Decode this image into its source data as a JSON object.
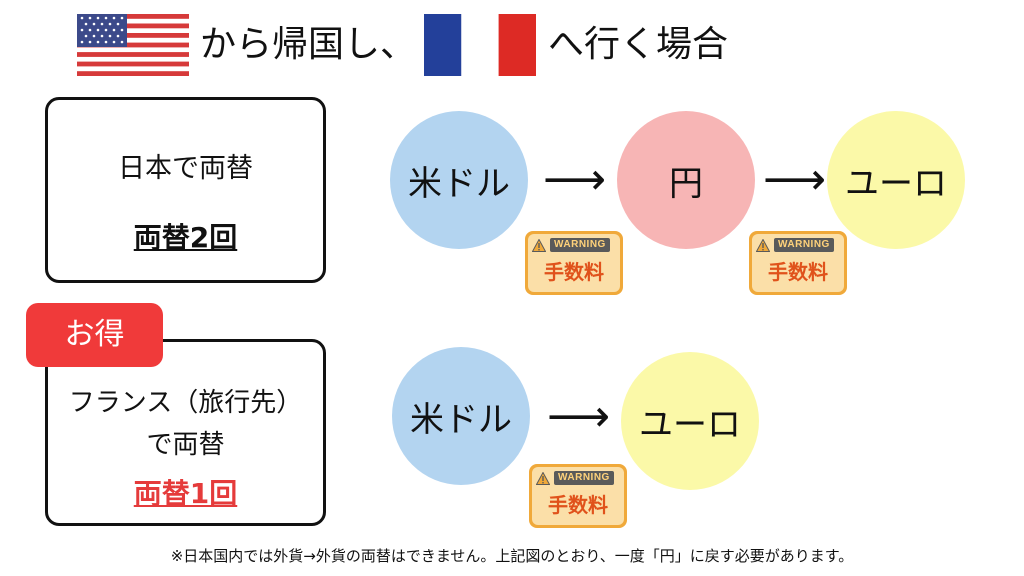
{
  "title": {
    "flag_from": "us-flag",
    "text_mid": "から帰国し、",
    "flag_to": "france-flag",
    "text_end": "へ行く場合"
  },
  "option_japan": {
    "label": "日本で両替",
    "count": "両替2回",
    "flow": [
      "米ドル",
      "円",
      "ユーロ"
    ],
    "fees": [
      "手数料",
      "手数料"
    ]
  },
  "option_france": {
    "badge": "お得",
    "label_line1": "フランス（旅行先）",
    "label_line2": "で両替",
    "count": "両替1回",
    "flow": [
      "米ドル",
      "ユーロ"
    ],
    "fees": [
      "手数料"
    ]
  },
  "warning_word": "WARNING",
  "footnote": "※日本国内では外貨→外貨の両替はできません。上記図のとおり、一度「円」に戻す必要があります。",
  "colors": {
    "usd": "#b3d4f0",
    "jpy": "#f7b5b5",
    "eur": "#fbf9a8",
    "badge": "#f03a3a",
    "highlight": "#e53b3b",
    "warning_border": "#f0a93a",
    "warning_fill": "#fbdfa8"
  }
}
